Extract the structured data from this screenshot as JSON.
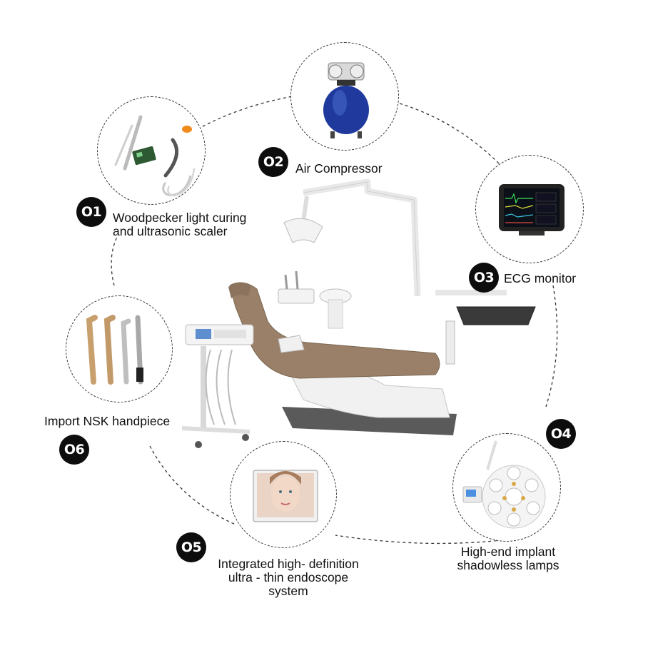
{
  "features": [
    {
      "number": "O1",
      "lines": [
        "Woodpecker light curing",
        "and ultrasonic scaler"
      ]
    },
    {
      "number": "O2",
      "lines": [
        "Air Compressor"
      ]
    },
    {
      "number": "O3",
      "lines": [
        "ECG monitor"
      ]
    },
    {
      "number": "O4",
      "lines": [
        "High-end implant",
        "shadowless lamps"
      ]
    },
    {
      "number": "O5",
      "lines": [
        "Integrated high- definition",
        "ultra - thin endoscope",
        "system"
      ]
    },
    {
      "number": "O6",
      "lines": [
        "Import NSK handpiece"
      ]
    }
  ],
  "colors": {
    "upholstery": "#9a8068",
    "frame": "#f2f2f2",
    "badge": "#0d0d0d",
    "compressor_tank": "#1f3a9c"
  }
}
